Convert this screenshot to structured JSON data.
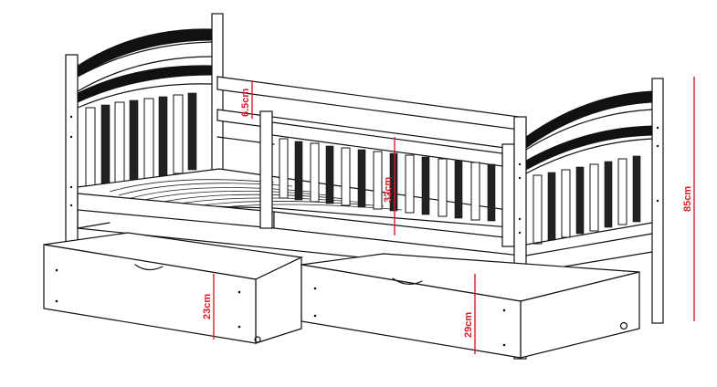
{
  "dimensions": {
    "rail_height": "6.5cm",
    "guard_height": "32cm",
    "total_height": "85cm",
    "drawer_front_height": "23cm",
    "drawer_total_height": "29cm"
  },
  "colors": {
    "dimension_color": "#d81e2c",
    "line_color": "#111111"
  }
}
